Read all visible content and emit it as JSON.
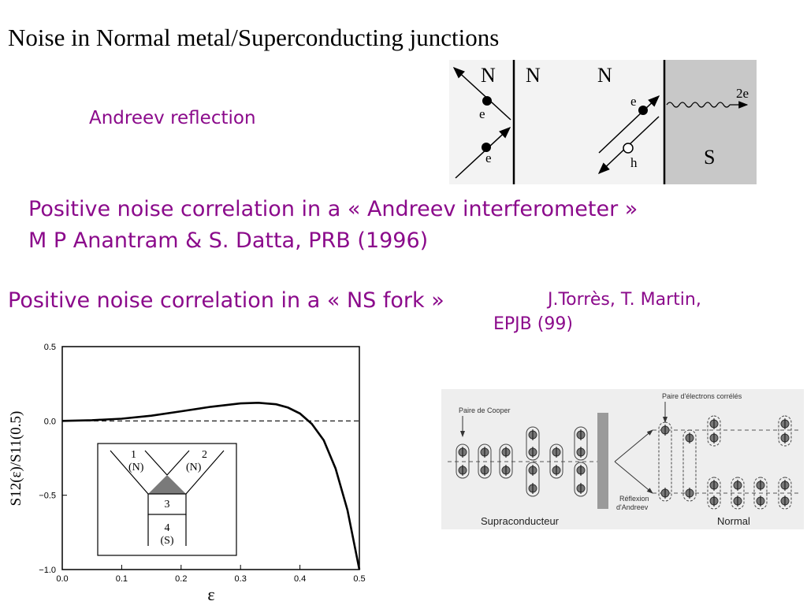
{
  "slide": {
    "title": "Noise in Normal metal/Superconducting junctions",
    "andreev_label": "Andreev reflection",
    "line1": "Positive noise correlation in a « Andreev interferometer »",
    "line2": "M P Anantram & S. Datta, PRB (1996)",
    "fork_line": "Positive noise correlation in a « NS fork »",
    "cite1": "J.Torrès, T. Martin,",
    "cite2": "EPJB (99)"
  },
  "andreev_diagram": {
    "left_N": "N",
    "mid_N1": "N",
    "mid_N2": "N",
    "e_upper": "e",
    "e_lower": "e",
    "e_right": "e",
    "h_right": "h",
    "two_e": "2e",
    "S": "S"
  },
  "fork_diagram": {
    "cooper_label": "Paire de Cooper",
    "pair_label": "Paire d'électrons corrélés",
    "reflexion_label1": "Réflexion",
    "reflexion_label2": "d'Andreev",
    "supra_label": "Supraconducteur",
    "normal_label": "Normal"
  },
  "inset": {
    "lead1_num": "1",
    "lead1_type": "(N)",
    "lead2_num": "2",
    "lead2_type": "(N)",
    "box3": "3",
    "box4_num": "4",
    "box4_type": "(S)"
  },
  "chart_data": {
    "type": "line",
    "title": "",
    "xlabel": "ε",
    "ylabel": "S12(ε)/S11(0.5)",
    "xlim": [
      0.0,
      0.5
    ],
    "ylim": [
      -1.0,
      0.5
    ],
    "xticks": [
      "0.0",
      "0.1",
      "0.2",
      "0.3",
      "0.4",
      "0.5"
    ],
    "yticks": [
      "0.5",
      "0.0",
      "−0.5",
      "−1.0"
    ],
    "reference_line_y": 0.0,
    "x": [
      0.0,
      0.05,
      0.1,
      0.15,
      0.2,
      0.25,
      0.3,
      0.33,
      0.36,
      0.38,
      0.4,
      0.42,
      0.44,
      0.46,
      0.48,
      0.5
    ],
    "y": [
      0.0,
      0.005,
      0.015,
      0.035,
      0.065,
      0.095,
      0.118,
      0.122,
      0.112,
      0.09,
      0.05,
      -0.02,
      -0.13,
      -0.32,
      -0.6,
      -1.0
    ]
  }
}
